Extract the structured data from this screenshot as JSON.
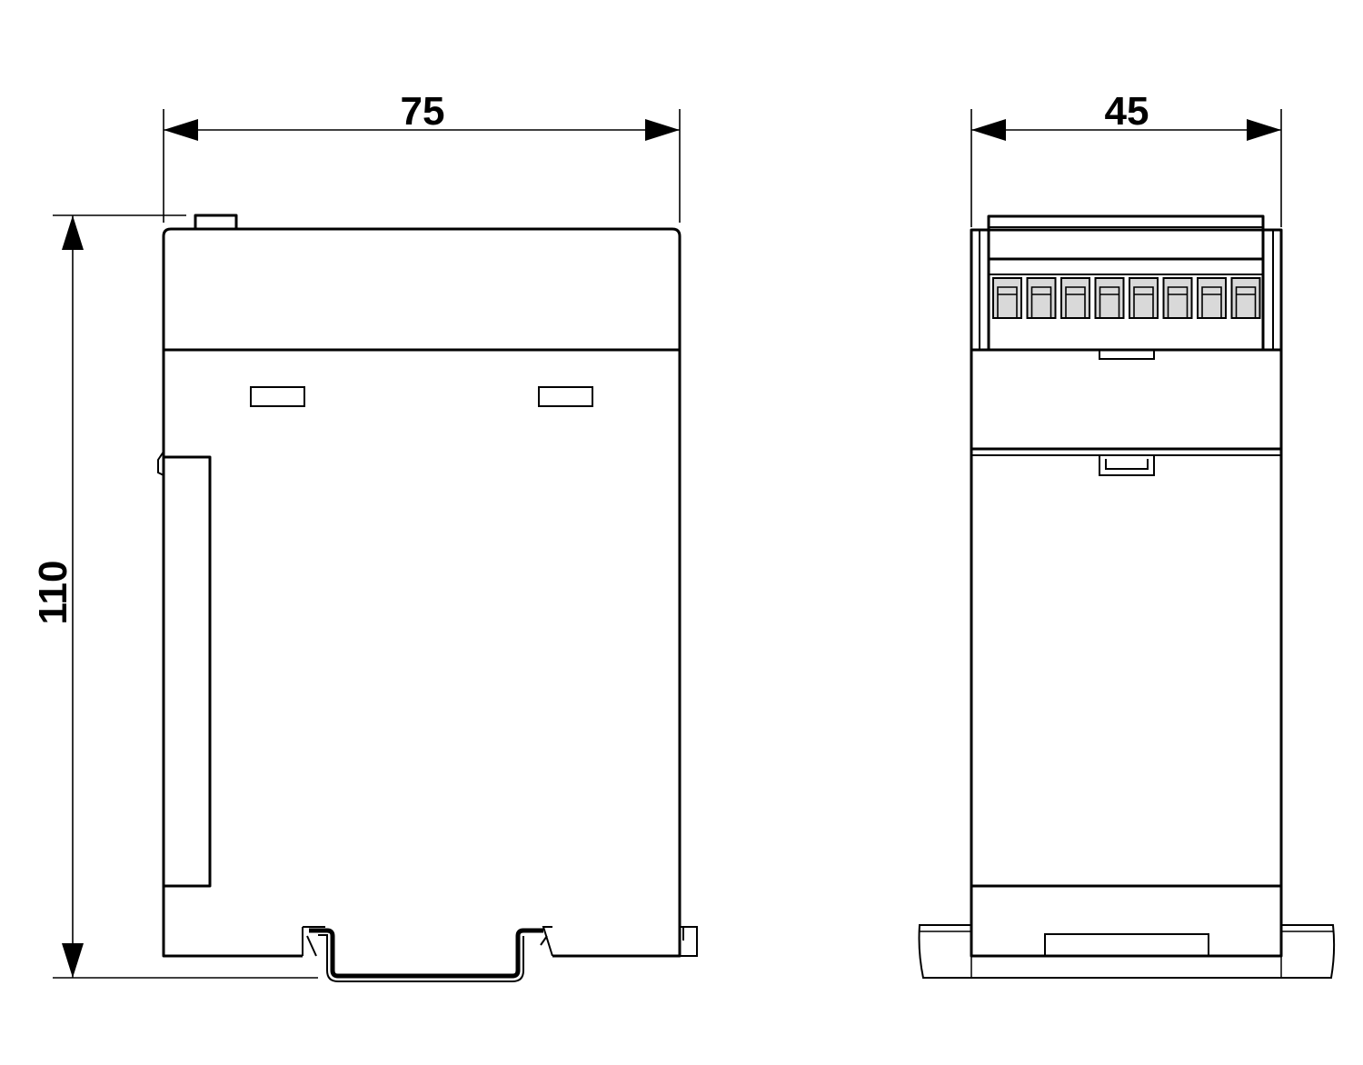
{
  "drawing": {
    "dimensions": {
      "width_side_view": "75",
      "width_front_view": "45",
      "height": "110"
    },
    "colors": {
      "line": "#000000",
      "terminal_fill": "#d9d9d9",
      "background": "#ffffff"
    },
    "terminal_count": 8
  }
}
